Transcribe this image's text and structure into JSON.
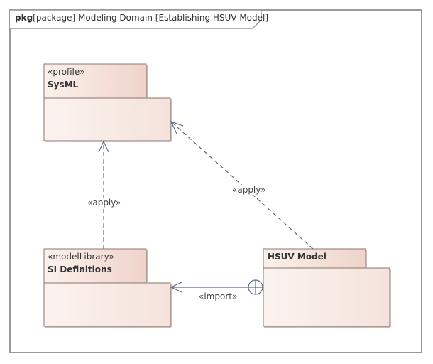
{
  "frame": {
    "kind": "pkg",
    "title": "[package] Modeling Domain [Establishing HSUV Model]"
  },
  "packages": {
    "sysml": {
      "stereotype": "«profile»",
      "name": "SysML"
    },
    "si_definitions": {
      "stereotype": "«modelLibrary»",
      "name": "SI Definitions"
    },
    "hsuv_model": {
      "name": "HSUV Model"
    }
  },
  "connectors": {
    "apply_si": "«apply»",
    "apply_hsuv": "«apply»",
    "import_hsuv": "«import»"
  },
  "colors": {
    "package_fill": "#f9ece6",
    "package_tab_fill": "#f0d8d0",
    "package_border": "#8a7470",
    "frame_border": "#9a9a9a",
    "connector": "#5a6b85"
  }
}
